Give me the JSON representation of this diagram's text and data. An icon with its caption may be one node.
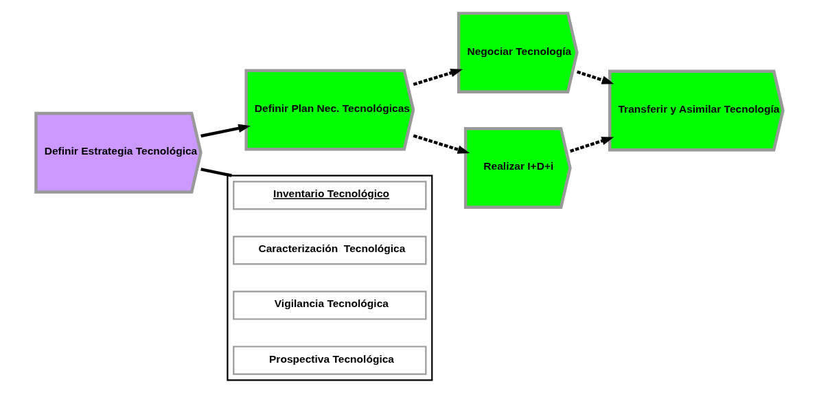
{
  "diagram": {
    "nodes": [
      {
        "text": [
          "Definir Estrategia Tecnológica"
        ]
      },
      {
        "text": [
          "Definir Plan Nec. Tecnológicas"
        ]
      },
      {
        "text": [
          "Negociar Tecnología"
        ]
      },
      {
        "text": [
          "Realizar I+D+i"
        ]
      },
      {
        "text": [
          "Transferir y Asimilar Tecnología"
        ]
      },
      {
        "text": [],
        "shape": "box"
      },
      {
        "text": [
          "Inventario Tecnológico"
        ],
        "in": 5
      },
      {
        "text": [
          "Caracterización  Tecnológica"
        ],
        "in": 5
      },
      {
        "text": [
          "Vigilancia Tecnológica"
        ],
        "in": 5
      },
      {
        "text": [
          "Prospectiva Tecnológica"
        ],
        "in": 5
      }
    ],
    "edges": [
      {
        "from": 0,
        "to": 1,
        "arrow": "to"
      },
      {
        "from": 1,
        "to": 2,
        "arrow": "to",
        "style": "dashed"
      },
      {
        "from": 1,
        "to": 3,
        "arrow": "to",
        "style": "dashed"
      },
      {
        "from": 2,
        "to": 4,
        "arrow": "to",
        "style": "dashed"
      },
      {
        "from": 3,
        "to": 4,
        "arrow": "to",
        "style": "dashed"
      },
      {
        "from": 0,
        "to": 5,
        "arrow": "none"
      }
    ]
  }
}
